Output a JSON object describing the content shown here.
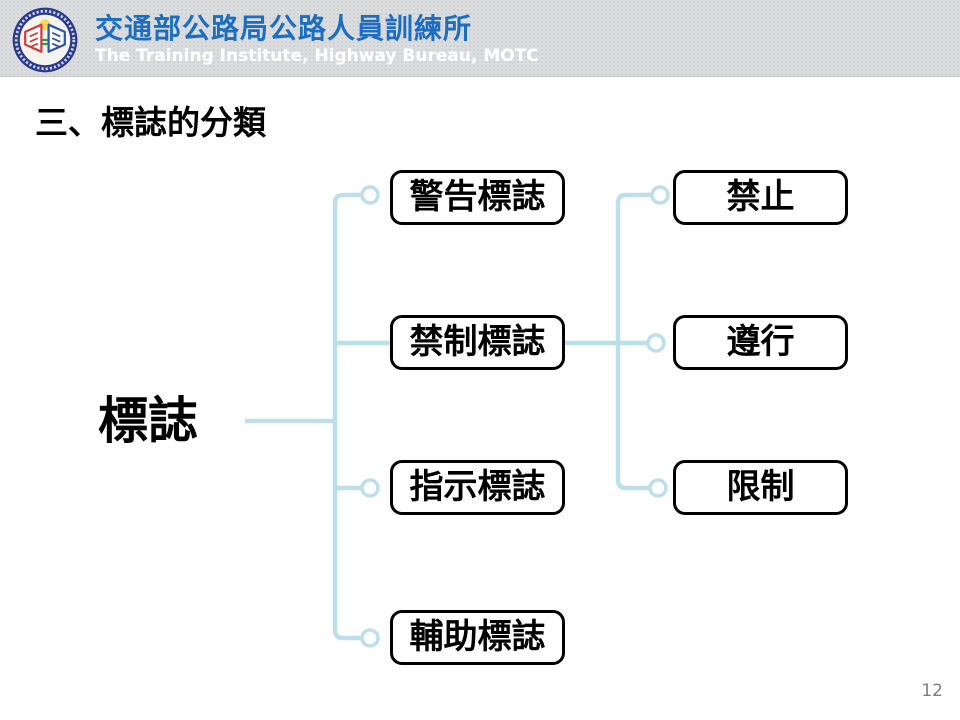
{
  "header": {
    "title": "交通部公路局公路人員訓練所",
    "subtitle": "The Training Institute, Highway Bureau, MOTC"
  },
  "slide": {
    "title": "三、標誌的分類",
    "page_number": "12"
  },
  "diagram": {
    "root": "標誌",
    "level1": [
      {
        "label": "警告標誌"
      },
      {
        "label": "禁制標誌"
      },
      {
        "label": "指示標誌"
      },
      {
        "label": "輔助標誌"
      }
    ],
    "level2": [
      {
        "label": "禁止"
      },
      {
        "label": "遵行"
      },
      {
        "label": "限制"
      }
    ]
  },
  "colors": {
    "header_bg": "#dbdcdd",
    "header_title_blue": "#1b6ec2",
    "connector_light_blue": "#bddfea",
    "box_border": "#000000",
    "page_number_gray": "#7f7f7f"
  },
  "icons": {
    "logo": "institute-logo"
  }
}
